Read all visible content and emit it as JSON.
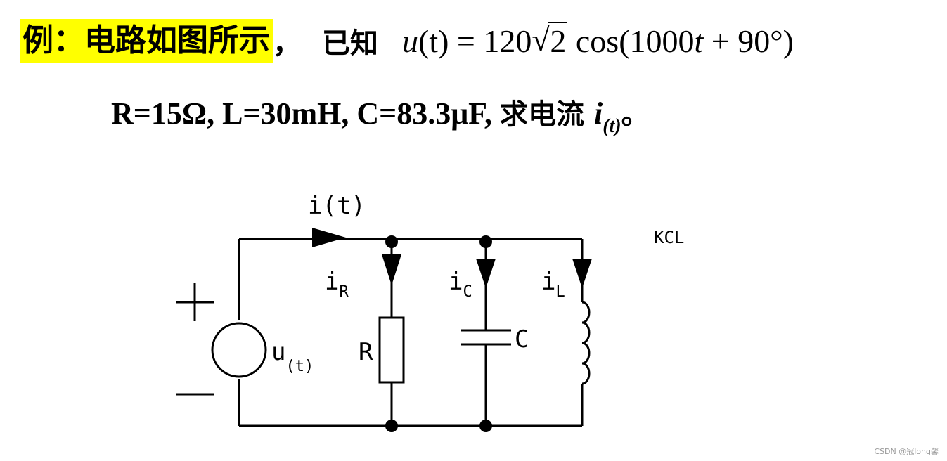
{
  "problem": {
    "label": "例：电路如图所示",
    "comma": "，",
    "known": "已知",
    "formula": {
      "lhs": "u",
      "lhs_arg": "(t)",
      "eq": " = 120",
      "radicand": "2",
      "cos_open": " cos(1000",
      "t": "t",
      "tail": " + 90°)"
    },
    "params": "R=15Ω, L=30mH, C=83.3μF, ",
    "ask": "求电流 ",
    "current_var": "i",
    "current_sub": "(t)",
    "end_punct": "。"
  },
  "circuit": {
    "main_current_label": "i(t)",
    "source_label": "u",
    "source_sub": "(t)",
    "plus_sign": "+",
    "minus_sign": "−",
    "resistor_label": "R",
    "capacitor_label": "C",
    "branch_currents": [
      {
        "base": "i",
        "sub": "R"
      },
      {
        "base": "i",
        "sub": "C"
      },
      {
        "base": "i",
        "sub": "L"
      }
    ],
    "note": "KCL"
  },
  "watermark": "CSDN @冠long馨"
}
